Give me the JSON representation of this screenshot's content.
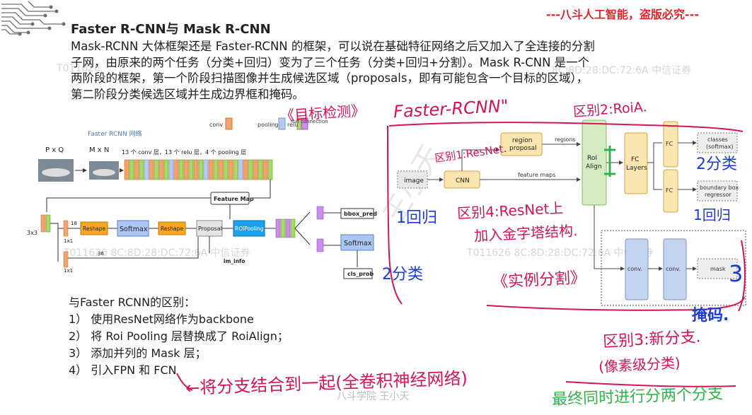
{
  "header": {
    "watermark_text": "---八斗人工智能，盗版必究---",
    "title": "Faster R-CNN与 Mask R-CNN"
  },
  "paragraph": {
    "lines": [
      "Mask-RCNN 大体框架还是 Faster-RCNN 的框架，可以说在基础特征网络之后又加入了全连接的分割",
      "子网，由原来的两个任务（分类+回归）变为了三个任务（分类+回归+分割）。Mask R-CNN 是一个",
      "两阶段的框架，第一个阶段扫描图像并生成候选区域（proposals，即有可能包含一个目标的区域），",
      "第二阶段分类候选区域并生成边界框和掩码。"
    ]
  },
  "faster_rcnn_diagram": {
    "legend": {
      "conv": "conv",
      "pooling": "pooling",
      "relu": "relu",
      "fc": "full connection"
    },
    "title": "Faster RCNN 网络",
    "pxq": "P x Q",
    "mxn": "M x N",
    "layers_note": "13 个 conv 层，13 个 relu 层，4 个 pooling 层",
    "feature_map": "Feature Map",
    "k33": "3x3",
    "k11a": "1x1",
    "k11b": "1x1",
    "n18": "18",
    "n36": "36",
    "reshape1": "Reshape",
    "softmax1": "Softmax",
    "reshape2": "Reshape",
    "proposal": "Proposal",
    "roipooling": "ROIPooling",
    "im_info": "im_info",
    "bbox_pred": "bbox_pred",
    "softmax2": "Softmax",
    "cls_prob": "cls_prob"
  },
  "mask_rcnn_diagram": {
    "image": "image",
    "cnn": "CNN",
    "region_proposal_1": "region",
    "region_proposal_2": "proposal",
    "regions": "regions",
    "feature_maps": "feature maps",
    "roi_align_1": "RoI",
    "roi_align_2": "Align",
    "fc_layers_1": "FC",
    "fc_layers_2": "Layers",
    "fc_top": "FC",
    "fc_bottom": "FC",
    "classes_1": "classes",
    "classes_2": "(softmax)",
    "bbox_1": "boundary box",
    "bbox_2": "regressor",
    "conv1": "conv.",
    "conv2": "conv.",
    "mask": "mask"
  },
  "differences": {
    "heading": "与Faster RCNN的区别：",
    "items": [
      "1） 使用ResNet网络作为backbone",
      "2） 将 Roi Pooling 层替换成了 RoiAlign；",
      "3） 添加并列的 Mask 层；",
      "4） 引入FPN 和 FCN"
    ]
  },
  "faint_watermarks": {
    "left": "T011626  8C:8D:28:DC:72:6A  中信证券",
    "right": "T011626  8C:8D:28:DC:72:6A  中信证券",
    "top_left": "T011626",
    "top_right": "8C:8D:28:DC:72:6A 中信证券",
    "bottom": "八斗学院 王小天",
    "diag": "王小天"
  },
  "handwriting": {
    "target_detection": "《目标检测》",
    "faster_rcnn": "Faster-RCNN\"",
    "diff2": "区别2:RoiA.",
    "diff1": "区别1:ResNet.",
    "two_class": "2分类",
    "one_reg": "1回归",
    "diff4": "区别4:ResNet上",
    "diff4b": "加入金字塔结构.",
    "instance_seg": "《实例分割》",
    "two_class_b": "2分类",
    "one_reg_b": "1回归",
    "three": "3",
    "mask_note": "掩码.",
    "diff3": "区别3:新分支.",
    "pixel_class": "(像素级分类)",
    "bottom_note": "←将分支结合到一起(全卷积神经网络)",
    "final_note": "最终同时进行分两个分支"
  },
  "colors": {
    "accent_red": "#e0262a",
    "ink_red": "#d4145a",
    "ink_blue": "#1c3bd6",
    "ink_green": "#2fb44a"
  }
}
